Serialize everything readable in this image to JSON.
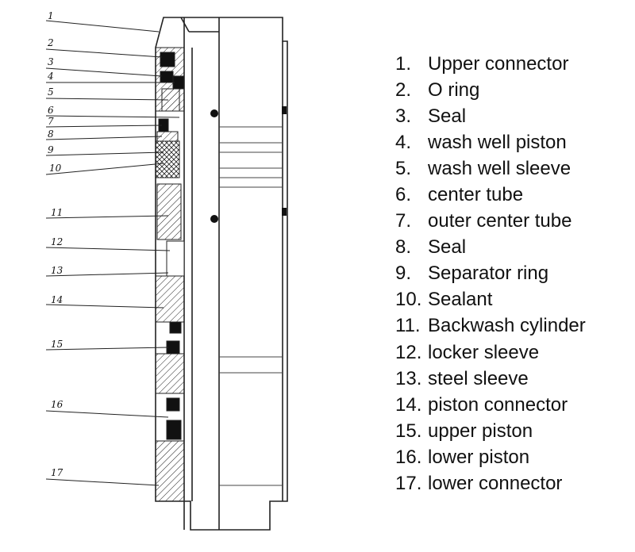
{
  "diagram": {
    "callouts": [
      "1",
      "2",
      "3",
      "4",
      "5",
      "6",
      "7",
      "8",
      "9",
      "10",
      "11",
      "12",
      "13",
      "14",
      "15",
      "16",
      "17"
    ],
    "legend": [
      {
        "num": "1.",
        "label": "Upper connector"
      },
      {
        "num": "2.",
        "label": "O ring"
      },
      {
        "num": "3.",
        "label": "Seal"
      },
      {
        "num": "4.",
        "label": "wash well piston"
      },
      {
        "num": "5.",
        "label": "wash well sleeve"
      },
      {
        "num": "6.",
        "label": "center tube"
      },
      {
        "num": "7.",
        "label": "outer center tube"
      },
      {
        "num": "8.",
        "label": "Seal"
      },
      {
        "num": "9.",
        "label": "Separator ring"
      },
      {
        "num": "10.",
        "label": "Sealant"
      },
      {
        "num": "11.",
        "label": "Backwash cylinder"
      },
      {
        "num": "12.",
        "label": "locker sleeve"
      },
      {
        "num": "13.",
        "label": "steel sleeve"
      },
      {
        "num": "14.",
        "label": "piston connector"
      },
      {
        "num": "15.",
        "label": "upper piston"
      },
      {
        "num": "16.",
        "label": "lower piston"
      },
      {
        "num": "17.",
        "label": "lower connector"
      }
    ]
  }
}
